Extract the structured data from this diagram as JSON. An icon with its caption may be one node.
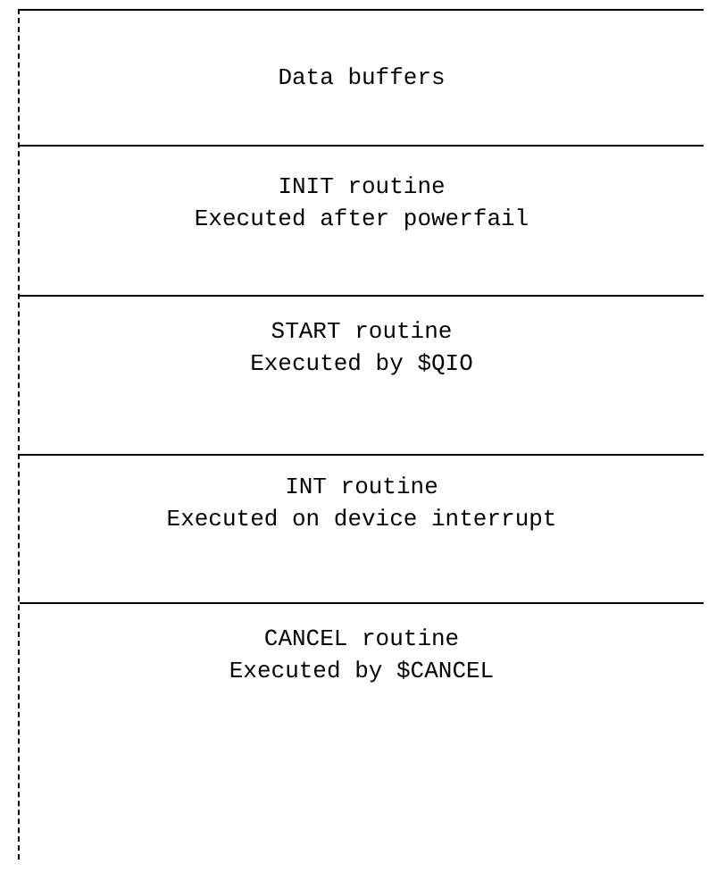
{
  "diagram": {
    "nodes": [
      {
        "text": [
          "Data buffers"
        ]
      },
      {
        "text": [
          "INIT routine",
          "Executed after powerfail"
        ]
      },
      {
        "text": [
          "START routine",
          "Executed by $QIO"
        ]
      },
      {
        "text": [
          "INT routine",
          "Executed on device interrupt"
        ]
      },
      {
        "text": [
          "CANCEL routine",
          "Executed by $CANCEL"
        ]
      }
    ]
  }
}
